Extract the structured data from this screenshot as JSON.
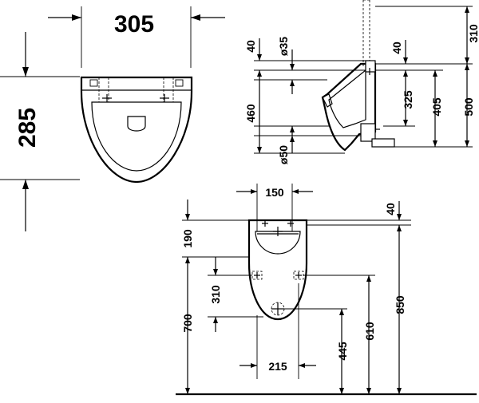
{
  "top_view": {
    "width_label": "305",
    "depth_label": "285"
  },
  "side_view": {
    "d40_top": "40",
    "dia35": "ø35",
    "d460": "460",
    "dia50": "ø50",
    "d40_right": "40",
    "d310": "310",
    "d325": "325",
    "d405": "405",
    "d500": "500"
  },
  "front_view": {
    "d150": "150",
    "d40": "40",
    "d190": "190",
    "d310": "310",
    "d700": "700",
    "d215": "215",
    "d445": "445",
    "d610": "610",
    "d850": "850"
  }
}
